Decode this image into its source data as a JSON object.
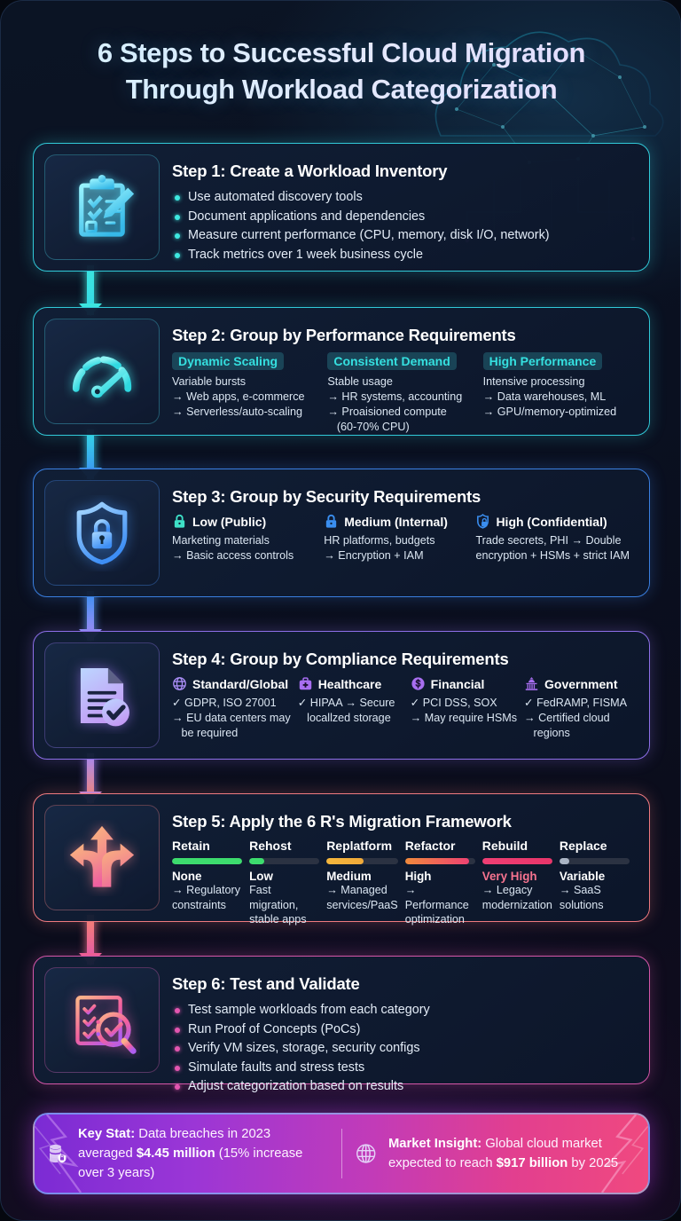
{
  "title": {
    "line1": "6 Steps to Successful Cloud Migration",
    "line2": "Through Workload Categorization"
  },
  "steps": [
    {
      "id": "step-1",
      "icon": "clipboard-checklist-pencil-icon",
      "accent": "#3ee8e0",
      "title": "Step 1: Create a Workload Inventory",
      "layout": "bullets",
      "bullets": [
        "Use automated discovery tools",
        "Document applications and dependencies",
        "Measure current performance (CPU, memory, disk I/O, network)",
        "Track metrics over 1 week business cycle"
      ]
    },
    {
      "id": "step-2",
      "icon": "speedometer-gauge-icon",
      "accent": "#3ed9e8",
      "title": "Step 2: Group by Performance Requirements",
      "layout": "chips",
      "columns": [
        {
          "chip": "Dynamic Scaling",
          "chip_color": "#35e0e0",
          "lines": [
            "Variable bursts",
            "→ Web apps, e-commerce",
            "→ Serverless/auto-scaling"
          ]
        },
        {
          "chip": "Consistent Demand",
          "chip_color": "#35e0e0",
          "lines": [
            "Stable usage",
            "→ HR systems, accounting",
            "→ Proaisioned compute",
            "   (60-70% CPU)"
          ]
        },
        {
          "chip": "High Performance",
          "chip_color": "#35e0e0",
          "lines": [
            "Intensive processing",
            "→ Data warehouses, ML",
            "→ GPU/memory-optimized"
          ]
        }
      ]
    },
    {
      "id": "step-3",
      "icon": "shield-lock-icon",
      "accent": "#3d93f5",
      "title": "Step 3: Group by Security Requirements",
      "layout": "headers",
      "columns": [
        {
          "glyph": "padlock-icon",
          "glyph_color": "#3ee0c8",
          "label": "Low (Public)",
          "lines": [
            "Marketing materials",
            "→ Basic access controls"
          ]
        },
        {
          "glyph": "padlock-icon",
          "glyph_color": "#3a8ef0",
          "label": "Medium (Internal)",
          "lines": [
            "HR platforms, budgets",
            "→ Encryption + IAM"
          ]
        },
        {
          "glyph": "shield-lock-icon",
          "glyph_color": "#3a8ef0",
          "label": "High (Confidential)",
          "lines": [
            "Trade secrets, PHI → Double",
            "encryption + HSMs + strict IAM"
          ]
        }
      ]
    },
    {
      "id": "step-4",
      "icon": "document-check-icon",
      "accent": "#a98df5",
      "title": "Step 4: Group by Compliance Requirements",
      "layout": "headers",
      "columns": [
        {
          "glyph": "globe-icon",
          "glyph_color": "#a98df5",
          "label": "Standard/Global",
          "lines": [
            "✓ GDPR, ISO 27001",
            "→ EU data centers may",
            "   be required"
          ]
        },
        {
          "glyph": "medical-bag-icon",
          "glyph_color": "#a86ef0",
          "label": "Healthcare",
          "lines": [
            "✓ HIPAA → Secure",
            "   locallzed storage"
          ]
        },
        {
          "glyph": "dollar-circle-icon",
          "glyph_color": "#a86ef0",
          "label": "Financial",
          "lines": [
            "✓ PCI DSS, SOX",
            "→ May require HSMs"
          ]
        },
        {
          "glyph": "capitol-building-icon",
          "glyph_color": "#a86ef0",
          "label": "Government",
          "lines": [
            "✓ FedRAMP, FISMA",
            "→ Certified cloud",
            "   regions"
          ]
        }
      ]
    },
    {
      "id": "step-5",
      "icon": "three-way-arrows-icon",
      "accent": "#f6836f",
      "title": "Step 5: Apply the 6 R's Migration Framework",
      "layout": "meters",
      "columns": [
        {
          "name": "Retain",
          "meter_pct": 100,
          "meter_from": "#3ddc6e",
          "meter_to": "#3ddc6e",
          "level": "None",
          "level_color": "#ffffff",
          "lines": [
            "→ Regulatory",
            "constraints"
          ]
        },
        {
          "name": "Rehost",
          "meter_pct": 22,
          "meter_from": "#3ddc6e",
          "meter_to": "#3ddc6e",
          "level": "Low",
          "level_color": "#ffffff",
          "lines": [
            "Fast migration,",
            "stable apps"
          ]
        },
        {
          "name": "Replatform",
          "meter_pct": 52,
          "meter_from": "#f5b73c",
          "meter_to": "#f0a93a",
          "level": "Medium",
          "level_color": "#ffffff",
          "lines": [
            "→ Managed",
            "services/PaaS"
          ]
        },
        {
          "name": "Refactor",
          "meter_pct": 92,
          "meter_from": "#f08a3c",
          "meter_to": "#ef4272",
          "level": "High",
          "level_color": "#ffffff",
          "lines": [
            "→ Performance",
            "optimization"
          ]
        },
        {
          "name": "Rebuild",
          "meter_pct": 100,
          "meter_from": "#ef3f74",
          "meter_to": "#e8356a",
          "level": "Very High",
          "level_color": "#f6738f",
          "lines": [
            "→ Legacy",
            "modernization"
          ]
        },
        {
          "name": "Replace",
          "meter_pct": 14,
          "meter_from": "#aab4c4",
          "meter_to": "#aab4c4",
          "level": "Variable",
          "level_color": "#ffffff",
          "lines": [
            "→ SaaS",
            "solutions"
          ]
        }
      ]
    },
    {
      "id": "step-6",
      "icon": "checklist-magnifier-icon",
      "accent": "#e356b0",
      "title": "Step 6: Test and Validate",
      "layout": "bullets",
      "bullets": [
        "Test sample workloads from each category",
        "Run Proof of Concepts (PoCs)",
        "Verify VM sizes, storage, security configs",
        "Simulate faults and stress tests",
        "Adjust categorization based on results"
      ]
    }
  ],
  "footer": {
    "left": {
      "icon": "database-lock-icon",
      "label": "Key Stat:",
      "text_1": " Data breaches in 2023 averaged ",
      "highlight": "$4.45 million",
      "text_2": " (15% increase over 3 years)"
    },
    "right": {
      "icon": "globe-icon",
      "label": "Market Insight:",
      "text_1": " Global cloud market expected to reach ",
      "highlight": "$917 billion",
      "text_2": " by 2025"
    }
  }
}
